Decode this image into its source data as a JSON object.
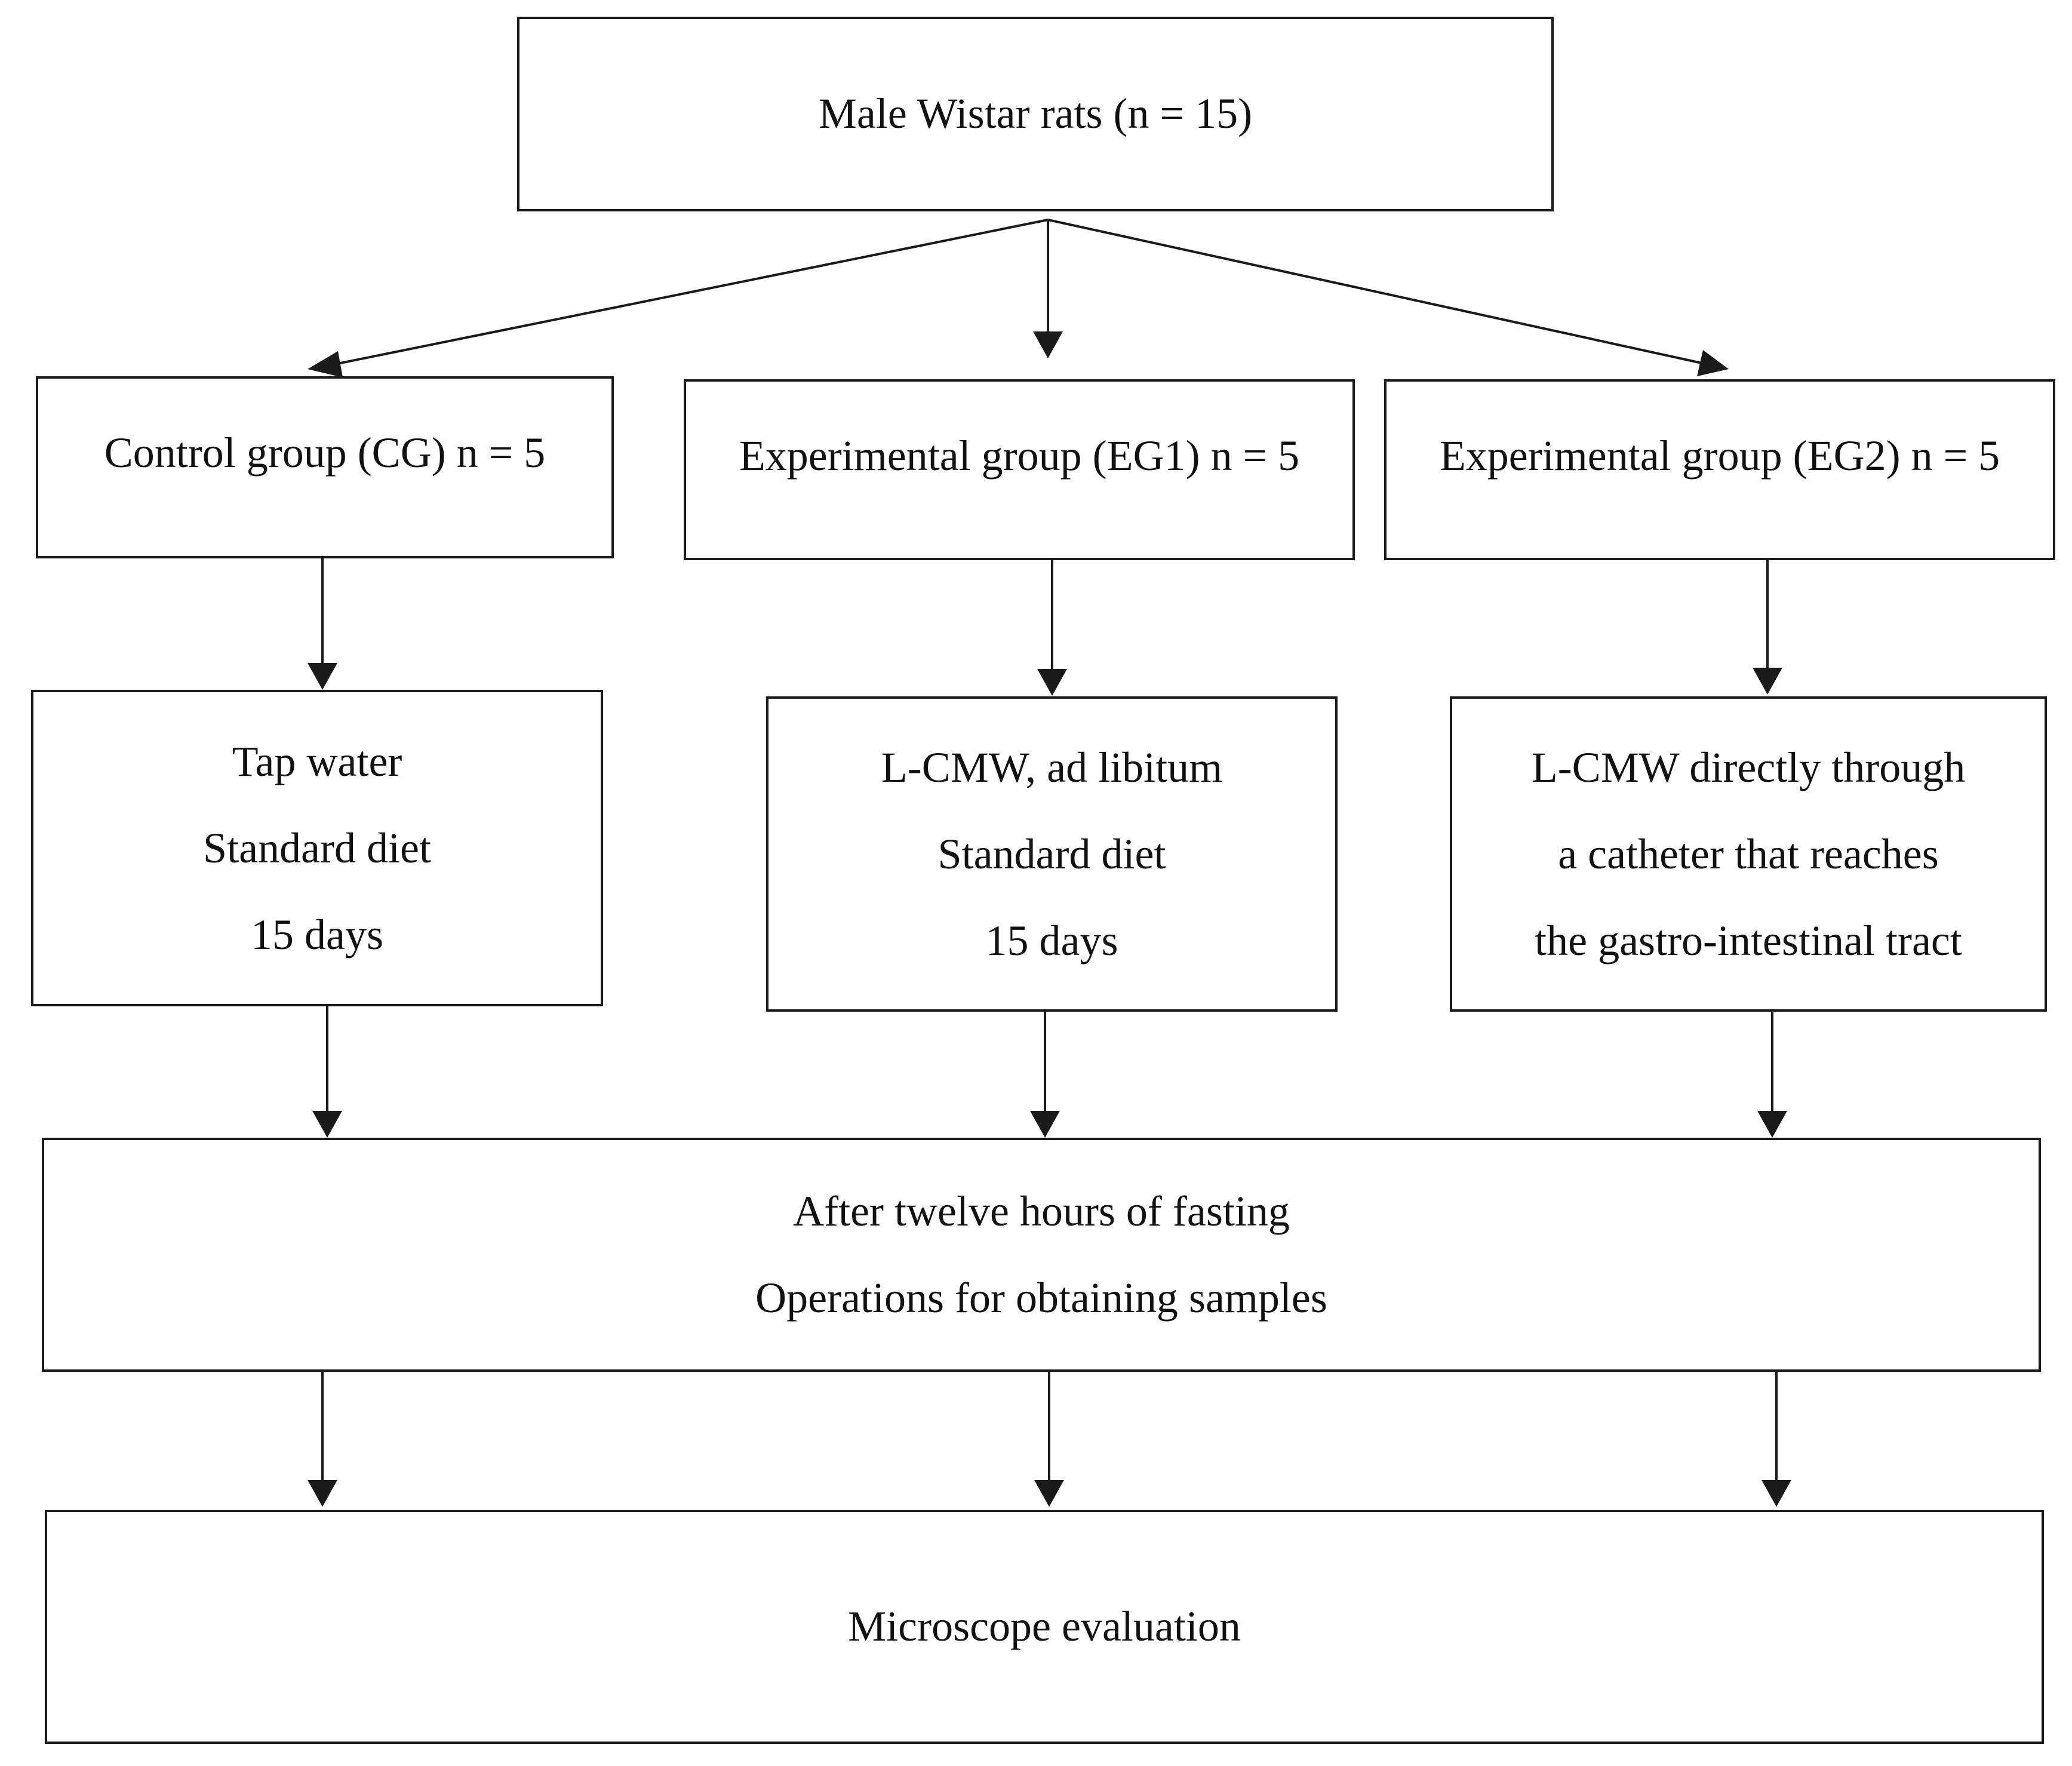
{
  "diagram": {
    "top": {
      "label": "Male Wistar rats (n = 15)"
    },
    "groups": [
      {
        "label": "Control group (CG) n = 5"
      },
      {
        "label": "Experimental group (EG1) n = 5"
      },
      {
        "label": "Experimental group (EG2) n = 5"
      }
    ],
    "treatments": [
      {
        "lines": [
          "Tap water",
          "Standard diet",
          "15 days"
        ]
      },
      {
        "lines": [
          "L-CMW, ad libitum",
          "Standard diet",
          "15 days"
        ]
      },
      {
        "lines": [
          "L-CMW directly through",
          "a catheter that reaches",
          "the gastro-intestinal tract"
        ]
      }
    ],
    "procedure": {
      "lines": [
        "After twelve hours of fasting",
        "Operations for obtaining samples"
      ]
    },
    "evaluation": {
      "label": "Microscope evaluation"
    },
    "colors": {
      "stroke": "#1a1a1a",
      "background": "#ffffff"
    }
  }
}
